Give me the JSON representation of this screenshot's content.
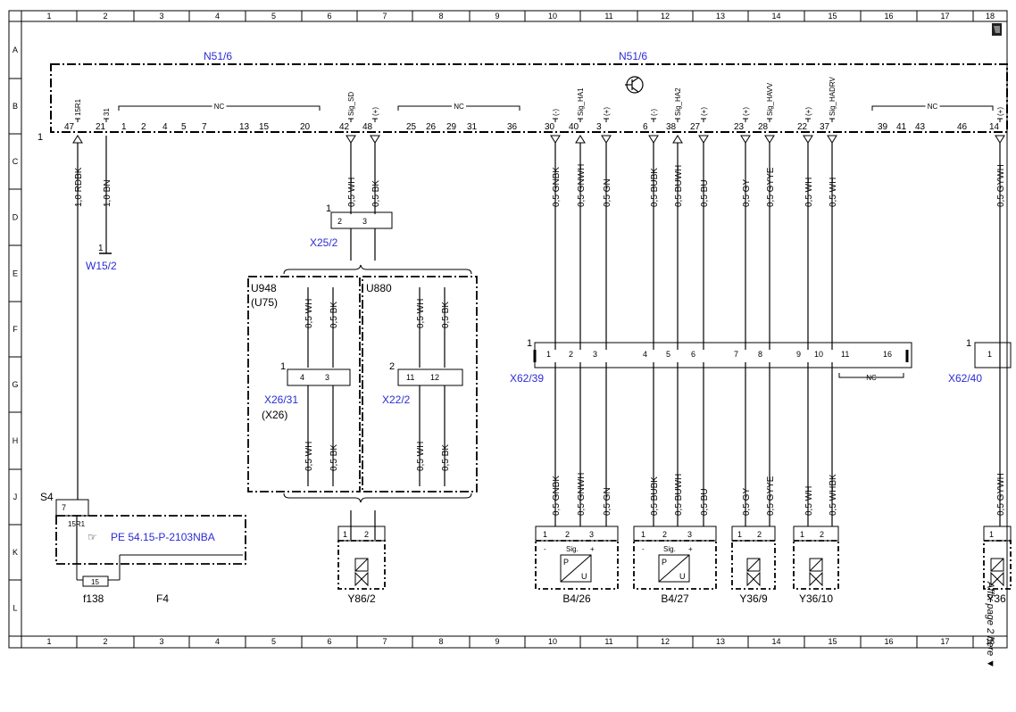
{
  "colors": {
    "link": "#2b2bd6",
    "ink": "#000000",
    "paper": "#ffffff"
  },
  "frame": {
    "columns": [
      "1",
      "2",
      "3",
      "4",
      "5",
      "6",
      "7",
      "8",
      "9",
      "10",
      "11",
      "12",
      "13",
      "14",
      "15",
      "16",
      "17",
      "18"
    ],
    "rows": [
      "A",
      "B",
      "C",
      "D",
      "E",
      "F",
      "G",
      "H",
      "J",
      "K",
      "L"
    ]
  },
  "module": {
    "name": "N51/6",
    "terminal_no": "1",
    "transistor_icon": "transistor-icon"
  },
  "module_pins_top": [
    "15R1",
    "31",
    "Sig_SD",
    "(+)",
    "(-)",
    "Sig_HA1",
    "(+)",
    "(-)",
    "Sig_HA2",
    "(+)",
    "(+)",
    "Sig_HAVV",
    "(+)",
    "Sig_HADRV",
    "(+)"
  ],
  "module_pins_bottom": [
    "47",
    "21",
    "1",
    "2",
    "4",
    "5",
    "7",
    "13",
    "15",
    "20",
    "42",
    "48",
    "25",
    "26",
    "29",
    "31",
    "36",
    "30",
    "40",
    "3",
    "6",
    "38",
    "27",
    "23",
    "28",
    "22",
    "37",
    "39",
    "41",
    "43",
    "46",
    "14"
  ],
  "nc_label": "NC",
  "wires_top": [
    "1,0 RDBK",
    "1,0 BN",
    "0,5 WH",
    "0,5 BK",
    "0,5 GNBK",
    "0,5 GNWH",
    "0,5 GN",
    "0,5 BUBK",
    "0,5 BUWH",
    "0,5 BU",
    "0,5 GY",
    "0,5 GYYE",
    "0,5 WH",
    "0,5 WH",
    "0,5 GYWH"
  ],
  "wires_bottom": [
    "0,5 GNBK",
    "0,5 GNWH",
    "0,5 GN",
    "0,5 BUBK",
    "0,5 BUWH",
    "0,5 BU",
    "0,5 GY",
    "0,5 GYYE",
    "0,5 WH",
    "0,5 WHBK",
    "0,5 GYWH"
  ],
  "wires_u": [
    "0,5 WH",
    "0,5 BK",
    "0,5 WH",
    "0,5 BK",
    "0,5 WH",
    "0,5 BK",
    "0,5 WH",
    "0,5 BK"
  ],
  "ground": {
    "label": "W15/2",
    "pin": "1"
  },
  "connector_x25": {
    "label": "X25/2",
    "pin_group": "1",
    "pins": [
      "2",
      "3"
    ]
  },
  "unit_u948": {
    "label": "U948",
    "sub": "(U75)",
    "connector": "X26/31",
    "connector_sub": "(X26)",
    "group": "1",
    "pins": [
      "4",
      "3"
    ]
  },
  "unit_u880": {
    "label": "U880",
    "connector": "X22/2",
    "group": "2",
    "pins": [
      "11",
      "12"
    ]
  },
  "connector_x62_39": {
    "label": "X62/39",
    "group": "1",
    "pins": [
      "1",
      "2",
      "3",
      "4",
      "5",
      "6",
      "7",
      "8",
      "9",
      "10",
      "11",
      "16"
    ]
  },
  "connector_x62_40": {
    "label": "X62/40",
    "group": "1",
    "pins": [
      "1"
    ]
  },
  "fuse_box": {
    "label_s4": "S4",
    "pin_7": "7",
    "pin_15r1": "15R1",
    "ref": "PE 54.15-P-2103NBA",
    "fuse_pin": "15",
    "fuse": "f138",
    "f4": "F4"
  },
  "components": [
    {
      "label": "Y86/2",
      "pins": [
        "1",
        "2"
      ]
    },
    {
      "label": "B4/26",
      "pins": [
        "1",
        "2",
        "3"
      ],
      "marks": [
        "-",
        "Sig.",
        "+"
      ],
      "box": [
        "P",
        "U"
      ]
    },
    {
      "label": "B4/27",
      "pins": [
        "1",
        "2",
        "3"
      ],
      "marks": [
        "-",
        "Sig.",
        "+"
      ],
      "box": [
        "P",
        "U"
      ]
    },
    {
      "label": "Y36/9",
      "pins": [
        "1",
        "2"
      ]
    },
    {
      "label": "Y36/10",
      "pins": [
        "1",
        "2"
      ]
    },
    {
      "label": "Y36",
      "pins": [
        "1"
      ]
    }
  ],
  "affix_note": "Affix page 2 here ▼"
}
